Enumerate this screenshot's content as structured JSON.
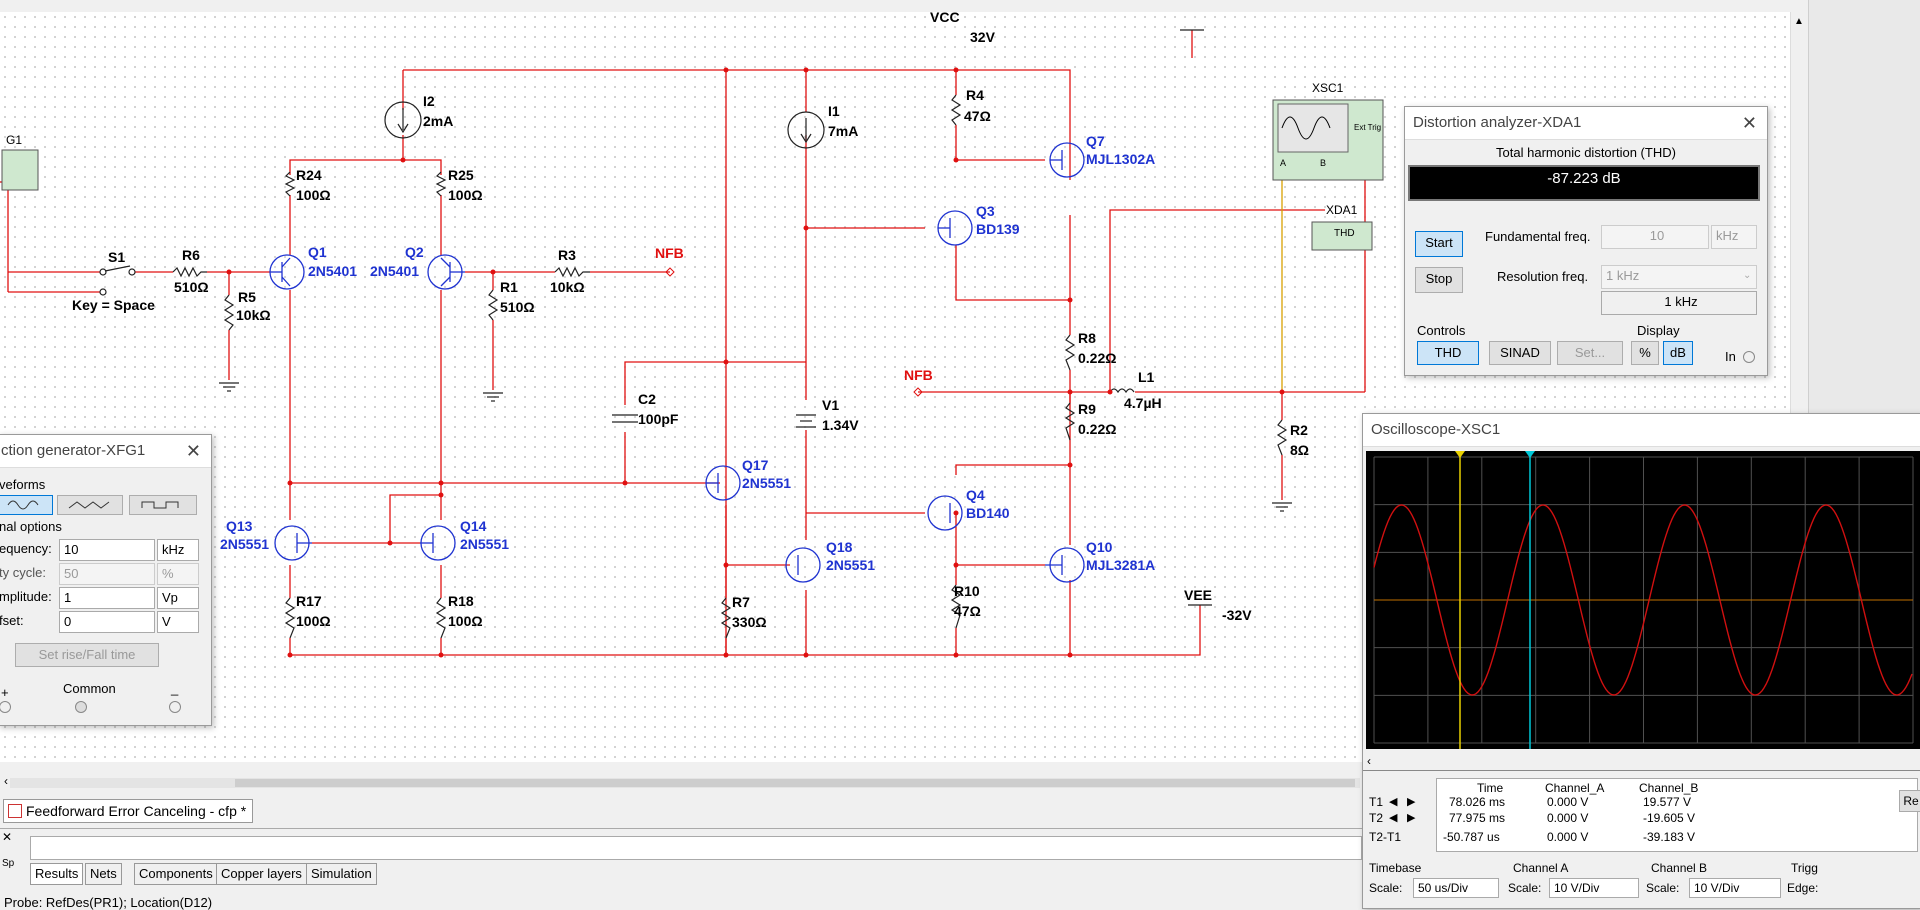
{
  "app": {
    "doc_tab": "Feedforward Error Canceling - cfp *",
    "status": "Probe: RefDes(PR1); Location(D12)"
  },
  "bottom_tabs": [
    "Results",
    "Nets",
    "Components",
    "Copper layers",
    "Simulation"
  ],
  "schematic": {
    "labels": {
      "vcc_net": "VCC",
      "vcc_val": "32V",
      "vee_net": "VEE",
      "vee_val": "-32V",
      "xsc1": "XSC1",
      "xda1": "XDA1",
      "xda1_body": "THD",
      "g1": "G1",
      "ext_trig": "Ext Trig",
      "scope_a": "A",
      "scope_b": "B",
      "s1": "S1",
      "key": "Key = Space",
      "nfb_left": "NFB",
      "nfb_mid": "NFB"
    },
    "components": [
      {
        "ref": "I2",
        "value": "2mA"
      },
      {
        "ref": "I1",
        "value": "7mA"
      },
      {
        "ref": "R24",
        "value": "100Ω"
      },
      {
        "ref": "R25",
        "value": "100Ω"
      },
      {
        "ref": "R6",
        "value": "510Ω"
      },
      {
        "ref": "R5",
        "value": "10kΩ"
      },
      {
        "ref": "R1",
        "value": "510Ω"
      },
      {
        "ref": "R3",
        "value": "10kΩ"
      },
      {
        "ref": "R4",
        "value": "47Ω"
      },
      {
        "ref": "R8",
        "value": "0.22Ω"
      },
      {
        "ref": "R9",
        "value": "0.22Ω"
      },
      {
        "ref": "R2",
        "value": "8Ω"
      },
      {
        "ref": "L1",
        "value": "4.7µH"
      },
      {
        "ref": "C2",
        "value": "100pF"
      },
      {
        "ref": "V1",
        "value": "1.34V"
      },
      {
        "ref": "R17",
        "value": "100Ω"
      },
      {
        "ref": "R18",
        "value": "100Ω"
      },
      {
        "ref": "R7",
        "value": "330Ω"
      },
      {
        "ref": "R10",
        "value": "47Ω"
      },
      {
        "ref": "Q1",
        "value": "2N5401"
      },
      {
        "ref": "Q2",
        "value": "2N5401"
      },
      {
        "ref": "Q7",
        "value": "MJL1302A"
      },
      {
        "ref": "Q3",
        "value": "BD139"
      },
      {
        "ref": "Q17",
        "value": "2N5551"
      },
      {
        "ref": "Q4",
        "value": "BD140"
      },
      {
        "ref": "Q13",
        "value": "2N5551"
      },
      {
        "ref": "Q14",
        "value": "2N5551"
      },
      {
        "ref": "Q18",
        "value": "2N5551"
      },
      {
        "ref": "Q10",
        "value": "MJL3281A"
      }
    ]
  },
  "distortion": {
    "title": "Distortion analyzer-XDA1",
    "thd_label": "Total harmonic distortion (THD)",
    "thd_value": "-87.223 dB",
    "start": "Start",
    "stop": "Stop",
    "fund_label": "Fundamental freq.",
    "fund_value": "10",
    "fund_unit": "kHz",
    "res_label": "Resolution freq.",
    "res_select": "1 kHz",
    "res_value": "1 kHz",
    "controls_label": "Controls",
    "display_label": "Display",
    "thd_btn": "THD",
    "sinad_btn": "SINAD",
    "set_btn": "Set...",
    "pct_btn": "%",
    "db_btn": "dB",
    "in_label": "In"
  },
  "funcgen": {
    "title": "ction generator-XFG1",
    "waveforms_label": "veforms",
    "signal_label": "nal options",
    "freq_label": "equency:",
    "freq_value": "10",
    "freq_unit": "kHz",
    "duty_label": "ty cycle:",
    "duty_value": "50",
    "duty_unit": "%",
    "amp_label": "mplitude:",
    "amp_value": "1",
    "amp_unit": "Vp",
    "off_label": "fset:",
    "off_value": "0",
    "off_unit": "V",
    "rise_btn": "Set rise/Fall time",
    "common": "Common",
    "plus": "+",
    "minus": "_"
  },
  "scope": {
    "title": "Oscilloscope-XSC1",
    "headers": [
      "",
      "Time",
      "Channel_A",
      "Channel_B"
    ],
    "rows": [
      [
        "T1",
        "78.026 ms",
        "0.000 V",
        "19.577 V"
      ],
      [
        "T2",
        "77.975 ms",
        "0.000 V",
        "-19.605 V"
      ],
      [
        "T2-T1",
        "-50.787 us",
        "0.000 V",
        "-39.183 V"
      ]
    ],
    "timebase_label": "Timebase",
    "tb_scale_label": "Scale:",
    "tb_scale": "50 us/Div",
    "cha_label": "Channel A",
    "cha_scale_label": "Scale:",
    "cha_scale": "10  V/Div",
    "chb_label": "Channel B",
    "chb_scale_label": "Scale:",
    "chb_scale": "10  V/Div",
    "trig_label": "Trigg",
    "edge_label": "Edge:",
    "re_btn": "Re",
    "trace_color": "#d01010",
    "t1_color": "#e8d000",
    "t2_color": "#00c8d8"
  }
}
